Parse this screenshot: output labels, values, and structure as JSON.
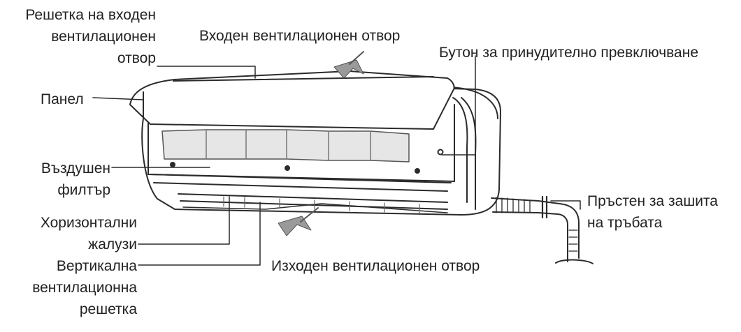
{
  "labels": {
    "inlet_grille": [
      "Решетка на входен",
      "вентилационен",
      "отвор"
    ],
    "air_inlet": "Входен вентилационен отвор",
    "panel": "Панел",
    "force_button": "Бутон за принудително превключване",
    "air_filter": [
      "Въздушен",
      "филтър"
    ],
    "horizontal_louvers": [
      "Хоризонтални",
      "жалузи"
    ],
    "vertical_grille": [
      "Вертикална",
      "вентилационна",
      "решетка"
    ],
    "air_outlet": "Изходен вентилационен отвор",
    "pipe_ring": [
      "Пръстен за зашита",
      "на тръбата"
    ]
  },
  "colors": {
    "line": "#2b2b2b",
    "filter": "#e6e6e6",
    "arrow": "#9a9a9a"
  },
  "icons": [
    "air-inlet-arrow-icon",
    "air-outlet-arrow-icon"
  ]
}
